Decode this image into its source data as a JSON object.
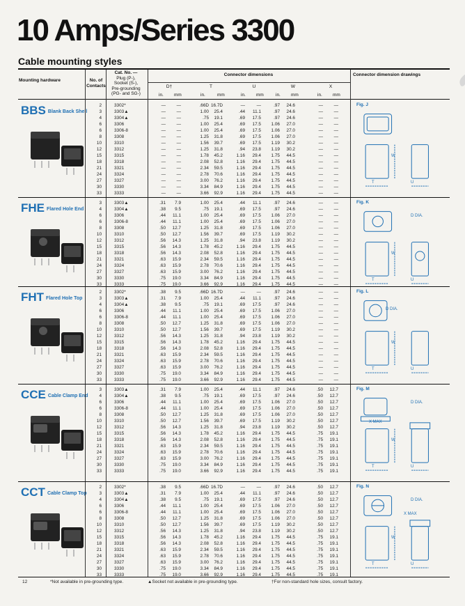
{
  "title": "10 Amps/Series 3300",
  "subtitle": "Cable mounting styles",
  "headers": {
    "mounting": "Mounting hardware",
    "contacts": "No. of Contacts",
    "cat_no": [
      "Cat. No. —",
      "Plug (P-),",
      "Socket (S-),",
      "Pre-grounding",
      "(PG- and SG-)"
    ],
    "connector_dimensions": "Connector dimensions",
    "drawings": "Connector dimension drawings",
    "d": "D†",
    "t": "T",
    "u": "U",
    "w": "W",
    "x": "X",
    "in": "in.",
    "mm": "mm"
  },
  "sections": [
    {
      "code": "BBS",
      "name": "Blank Back Shell",
      "fig": "Fig. J",
      "rows": [
        [
          "2",
          "3302*",
          "—",
          "—",
          ".66D",
          "16.7D",
          "—",
          "—",
          ".97",
          "24.6",
          "—",
          "—"
        ],
        [
          "3",
          "3303▲",
          "—",
          "—",
          "1.00",
          "25.4",
          ".44",
          "11.1",
          ".97",
          "24.6",
          "—",
          "—"
        ],
        [
          "4",
          "3304▲",
          "—",
          "—",
          ".75",
          "19.1",
          ".69",
          "17.5",
          ".97",
          "24.6",
          "—",
          "—"
        ],
        [
          "6",
          "3306",
          "—",
          "—",
          "1.00",
          "25.4",
          ".69",
          "17.5",
          "1.06",
          "27.0",
          "—",
          "—"
        ],
        [
          "6",
          "3306-8",
          "—",
          "—",
          "1.00",
          "25.4",
          ".69",
          "17.5",
          "1.06",
          "27.0",
          "—",
          "—"
        ],
        [
          "8",
          "3308",
          "—",
          "—",
          "1.25",
          "31.8",
          ".69",
          "17.5",
          "1.06",
          "27.0",
          "—",
          "—"
        ],
        [
          "10",
          "3310",
          "—",
          "—",
          "1.56",
          "39.7",
          ".69",
          "17.5",
          "1.19",
          "30.2",
          "—",
          "—"
        ],
        [
          "12",
          "3312",
          "—",
          "—",
          "1.25",
          "31.8",
          ".94",
          "23.8",
          "1.19",
          "30.2",
          "—",
          "—"
        ],
        [
          "15",
          "3315",
          "—",
          "—",
          "1.78",
          "45.2",
          "1.16",
          "29.4",
          "1.75",
          "44.5",
          "—",
          "—"
        ],
        [
          "18",
          "3318",
          "—",
          "—",
          "2.08",
          "52.8",
          "1.16",
          "29.4",
          "1.75",
          "44.5",
          "—",
          "—"
        ],
        [
          "21",
          "3321",
          "—",
          "—",
          "2.34",
          "59.5",
          "1.16",
          "29.4",
          "1.75",
          "44.5",
          "—",
          "—"
        ],
        [
          "24",
          "3324",
          "—",
          "—",
          "2.78",
          "70.6",
          "1.16",
          "29.4",
          "1.75",
          "44.5",
          "—",
          "—"
        ],
        [
          "27",
          "3327",
          "—",
          "—",
          "3.00",
          "76.2",
          "1.16",
          "29.4",
          "1.75",
          "44.5",
          "—",
          "—"
        ],
        [
          "30",
          "3330",
          "—",
          "—",
          "3.34",
          "84.9",
          "1.16",
          "29.4",
          "1.75",
          "44.5",
          "—",
          "—"
        ],
        [
          "33",
          "3333",
          "—",
          "—",
          "3.66",
          "92.9",
          "1.16",
          "29.4",
          "1.75",
          "44.5",
          "—",
          "—"
        ]
      ]
    },
    {
      "code": "FHE",
      "name": "Flared Hole End",
      "fig": "Fig. K",
      "rows": [
        [
          "3",
          "3303▲",
          ".31",
          "7.9",
          "1.00",
          "25.4",
          ".44",
          "11.1",
          ".97",
          "24.6",
          "—",
          "—"
        ],
        [
          "4",
          "3304▲",
          ".38",
          "9.5",
          ".75",
          "19.1",
          ".69",
          "17.5",
          ".97",
          "24.6",
          "—",
          "—"
        ],
        [
          "6",
          "3306",
          ".44",
          "11.1",
          "1.00",
          "25.4",
          ".69",
          "17.5",
          "1.06",
          "27.0",
          "—",
          "—"
        ],
        [
          "6",
          "3306-8",
          ".44",
          "11.1",
          "1.00",
          "25.4",
          ".69",
          "17.5",
          "1.06",
          "27.0",
          "—",
          "—"
        ],
        [
          "8",
          "3308",
          ".50",
          "12.7",
          "1.25",
          "31.8",
          ".69",
          "17.5",
          "1.06",
          "27.0",
          "—",
          "—"
        ],
        [
          "10",
          "3310",
          ".50",
          "12.7",
          "1.56",
          "39.7",
          ".69",
          "17.5",
          "1.19",
          "30.2",
          "—",
          "—"
        ],
        [
          "12",
          "3312",
          ".56",
          "14.3",
          "1.25",
          "31.8",
          ".94",
          "23.8",
          "1.19",
          "30.2",
          "—",
          "—"
        ],
        [
          "15",
          "3315",
          ".56",
          "14.3",
          "1.78",
          "45.2",
          "1.16",
          "29.4",
          "1.75",
          "44.5",
          "—",
          "—"
        ],
        [
          "18",
          "3318",
          ".56",
          "14.3",
          "2.08",
          "52.8",
          "1.16",
          "29.4",
          "1.75",
          "44.5",
          "—",
          "—"
        ],
        [
          "21",
          "3321",
          ".63",
          "15.9",
          "2.34",
          "59.5",
          "1.16",
          "29.4",
          "1.75",
          "44.5",
          "—",
          "—"
        ],
        [
          "24",
          "3324",
          ".63",
          "15.9",
          "2.78",
          "70.6",
          "1.16",
          "29.4",
          "1.75",
          "44.5",
          "—",
          "—"
        ],
        [
          "27",
          "3327",
          ".63",
          "15.9",
          "3.00",
          "76.2",
          "1.16",
          "29.4",
          "1.75",
          "44.5",
          "—",
          "—"
        ],
        [
          "30",
          "3330",
          ".75",
          "19.0",
          "3.34",
          "84.9",
          "1.16",
          "29.4",
          "1.75",
          "44.5",
          "—",
          "—"
        ],
        [
          "33",
          "3333",
          ".75",
          "19.0",
          "3.66",
          "92.9",
          "1.16",
          "29.4",
          "1.75",
          "44.5",
          "—",
          "—"
        ]
      ]
    },
    {
      "code": "FHT",
      "name": "Flared Hole Top",
      "fig": "Fig. L",
      "rows": [
        [
          "2",
          "3302*",
          ".38",
          "9.5",
          ".66D",
          "16.7D",
          "—",
          "—",
          ".97",
          "24.6",
          "—",
          "—"
        ],
        [
          "3",
          "3303▲",
          ".31",
          "7.9",
          "1.00",
          "25.4",
          ".44",
          "11.1",
          ".97",
          "24.6",
          "—",
          "—"
        ],
        [
          "4",
          "3304▲",
          ".38",
          "9.5",
          ".75",
          "19.1",
          ".69",
          "17.5",
          ".97",
          "24.6",
          "—",
          "—"
        ],
        [
          "6",
          "3306",
          ".44",
          "11.1",
          "1.00",
          "25.4",
          ".69",
          "17.5",
          "1.06",
          "27.0",
          "—",
          "—"
        ],
        [
          "6",
          "3306-8",
          ".44",
          "11.1",
          "1.00",
          "25.4",
          ".69",
          "17.5",
          "1.06",
          "27.0",
          "—",
          "—"
        ],
        [
          "8",
          "3308",
          ".50",
          "12.7",
          "1.25",
          "31.8",
          ".69",
          "17.5",
          "1.06",
          "27.0",
          "—",
          "—"
        ],
        [
          "10",
          "3310",
          ".50",
          "12.7",
          "1.56",
          "39.7",
          ".69",
          "17.5",
          "1.19",
          "30.2",
          "—",
          "—"
        ],
        [
          "12",
          "3312",
          ".56",
          "14.3",
          "1.25",
          "31.8",
          ".94",
          "23.8",
          "1.19",
          "30.2",
          "—",
          "—"
        ],
        [
          "15",
          "3315",
          ".56",
          "14.3",
          "1.78",
          "45.2",
          "1.16",
          "29.4",
          "1.75",
          "44.5",
          "—",
          "—"
        ],
        [
          "18",
          "3318",
          ".56",
          "14.3",
          "2.08",
          "52.8",
          "1.16",
          "29.4",
          "1.75",
          "44.5",
          "—",
          "—"
        ],
        [
          "21",
          "3321",
          ".63",
          "15.9",
          "2.34",
          "59.5",
          "1.16",
          "29.4",
          "1.75",
          "44.5",
          "—",
          "—"
        ],
        [
          "24",
          "3324",
          ".63",
          "15.9",
          "2.78",
          "70.6",
          "1.16",
          "29.4",
          "1.75",
          "44.5",
          "—",
          "—"
        ],
        [
          "27",
          "3327",
          ".63",
          "15.9",
          "3.00",
          "76.2",
          "1.16",
          "29.4",
          "1.75",
          "44.5",
          "—",
          "—"
        ],
        [
          "30",
          "3330",
          ".75",
          "19.0",
          "3.34",
          "84.9",
          "1.16",
          "29.4",
          "1.75",
          "44.5",
          "—",
          "—"
        ],
        [
          "33",
          "3333",
          ".75",
          "19.0",
          "3.66",
          "92.9",
          "1.16",
          "29.4",
          "1.75",
          "44.5",
          "—",
          "—"
        ]
      ]
    },
    {
      "code": "CCE",
      "name": "Cable Clamp End",
      "fig": "Fig. M",
      "rows": [
        [
          "3",
          "3303▲",
          ".31",
          "7.9",
          "1.00",
          "25.4",
          ".44",
          "11.1",
          ".97",
          "24.6",
          ".50",
          "12.7"
        ],
        [
          "4",
          "3304▲",
          ".38",
          "9.5",
          ".75",
          "19.1",
          ".69",
          "17.5",
          ".97",
          "24.6",
          ".50",
          "12.7"
        ],
        [
          "6",
          "3306",
          ".44",
          "11.1",
          "1.00",
          "25.4",
          ".69",
          "17.5",
          "1.06",
          "27.0",
          ".50",
          "12.7"
        ],
        [
          "6",
          "3306-8",
          ".44",
          "11.1",
          "1.00",
          "25.4",
          ".69",
          "17.5",
          "1.06",
          "27.0",
          ".50",
          "12.7"
        ],
        [
          "8",
          "3308",
          ".50",
          "12.7",
          "1.25",
          "31.8",
          ".69",
          "17.5",
          "1.06",
          "27.0",
          ".50",
          "12.7"
        ],
        [
          "10",
          "3310",
          ".50",
          "12.7",
          "1.56",
          "39.7",
          ".69",
          "17.5",
          "1.19",
          "30.2",
          ".50",
          "12.7"
        ],
        [
          "12",
          "3312",
          ".56",
          "14.3",
          "1.25",
          "31.8",
          ".94",
          "23.8",
          "1.19",
          "30.2",
          ".50",
          "12.7"
        ],
        [
          "15",
          "3315",
          ".56",
          "14.3",
          "1.78",
          "45.2",
          "1.16",
          "29.4",
          "1.75",
          "44.5",
          ".75",
          "19.1"
        ],
        [
          "18",
          "3318",
          ".56",
          "14.3",
          "2.08",
          "52.8",
          "1.16",
          "29.4",
          "1.75",
          "44.5",
          ".75",
          "19.1"
        ],
        [
          "21",
          "3321",
          ".63",
          "15.9",
          "2.34",
          "59.5",
          "1.16",
          "29.4",
          "1.75",
          "44.5",
          ".75",
          "19.1"
        ],
        [
          "24",
          "3324",
          ".63",
          "15.9",
          "2.78",
          "70.6",
          "1.16",
          "29.4",
          "1.75",
          "44.5",
          ".75",
          "19.1"
        ],
        [
          "27",
          "3327",
          ".63",
          "15.9",
          "3.00",
          "76.2",
          "1.16",
          "29.4",
          "1.75",
          "44.5",
          ".75",
          "19.1"
        ],
        [
          "30",
          "3330",
          ".75",
          "19.0",
          "3.34",
          "84.9",
          "1.16",
          "29.4",
          "1.75",
          "44.5",
          ".75",
          "19.1"
        ],
        [
          "33",
          "3333",
          ".75",
          "19.0",
          "3.66",
          "92.9",
          "1.16",
          "29.4",
          "1.75",
          "44.5",
          ".75",
          "19.1"
        ]
      ]
    },
    {
      "code": "CCT",
      "name": "Cable Clamp Top",
      "fig": "Fig. N",
      "rows": [
        [
          "2",
          "3302*",
          ".38",
          "9.5",
          ".66D",
          "16.7D",
          "—",
          "—",
          ".97",
          "24.6",
          ".50",
          "12.7"
        ],
        [
          "3",
          "3303▲",
          ".31",
          "7.9",
          "1.00",
          "25.4",
          ".44",
          "11.1",
          ".97",
          "24.6",
          ".50",
          "12.7"
        ],
        [
          "4",
          "3304▲",
          ".38",
          "9.5",
          ".75",
          "19.1",
          ".69",
          "17.5",
          ".97",
          "24.6",
          ".50",
          "12.7"
        ],
        [
          "6",
          "3306",
          ".44",
          "11.1",
          "1.00",
          "25.4",
          ".69",
          "17.5",
          "1.06",
          "27.0",
          ".50",
          "12.7"
        ],
        [
          "6",
          "3306-8",
          ".44",
          "11.1",
          "1.00",
          "25.4",
          ".69",
          "17.5",
          "1.06",
          "27.0",
          ".50",
          "12.7"
        ],
        [
          "8",
          "3308",
          ".50",
          "12.7",
          "1.25",
          "31.8",
          ".69",
          "17.5",
          "1.06",
          "27.0",
          ".50",
          "12.7"
        ],
        [
          "10",
          "3310",
          ".50",
          "12.7",
          "1.56",
          "39.7",
          ".69",
          "17.5",
          "1.19",
          "30.2",
          ".50",
          "12.7"
        ],
        [
          "12",
          "3312",
          ".56",
          "14.3",
          "1.25",
          "31.8",
          ".94",
          "23.8",
          "1.19",
          "30.2",
          ".50",
          "12.7"
        ],
        [
          "15",
          "3315",
          ".56",
          "14.3",
          "1.78",
          "45.2",
          "1.16",
          "29.4",
          "1.75",
          "44.5",
          ".75",
          "19.1"
        ],
        [
          "18",
          "3318",
          ".56",
          "14.3",
          "2.08",
          "52.8",
          "1.16",
          "29.4",
          "1.75",
          "44.5",
          ".75",
          "19.1"
        ],
        [
          "21",
          "3321",
          ".63",
          "15.9",
          "2.34",
          "59.5",
          "1.16",
          "29.4",
          "1.75",
          "44.5",
          ".75",
          "19.1"
        ],
        [
          "24",
          "3324",
          ".63",
          "15.9",
          "2.78",
          "70.6",
          "1.16",
          "29.4",
          "1.75",
          "44.5",
          ".75",
          "19.1"
        ],
        [
          "27",
          "3327",
          ".63",
          "15.9",
          "3.00",
          "76.2",
          "1.16",
          "29.4",
          "1.75",
          "44.5",
          ".75",
          "19.1"
        ],
        [
          "30",
          "3330",
          ".75",
          "19.0",
          "3.34",
          "84.9",
          "1.16",
          "29.4",
          "1.75",
          "44.5",
          ".75",
          "19.1"
        ],
        [
          "33",
          "3333",
          ".75",
          "19.0",
          "3.66",
          "92.9",
          "1.16",
          "29.4",
          "1.75",
          "44.5",
          ".75",
          "19.1"
        ]
      ]
    }
  ],
  "drawing_labels": {
    "w": "W",
    "t": "T",
    "u": "U",
    "d_dia": "D DIA.",
    "x_max": "X MAX"
  },
  "footer": {
    "page_number": "12",
    "note1": "*Not available in pre-grounding type.",
    "note2": "▲Socket not available in pre-grounding type.",
    "note3": "†For non-standard hole sizes, consult factory."
  },
  "colors": {
    "accent": "#1e6fb3",
    "ink": "#111111",
    "paper": "#f4f3ef"
  }
}
